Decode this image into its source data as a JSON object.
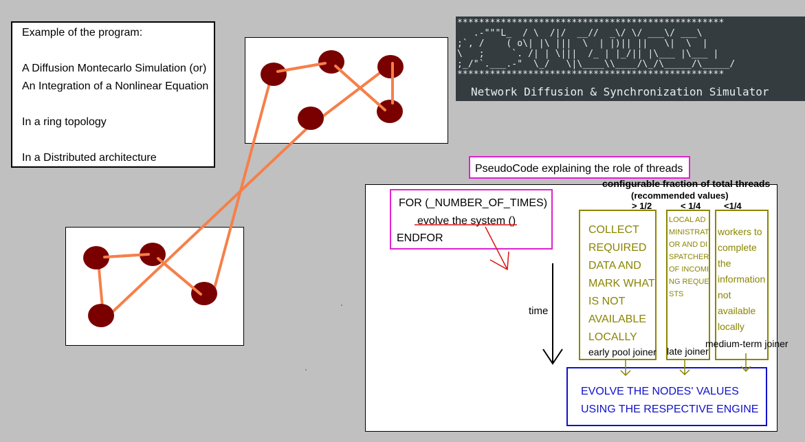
{
  "example_box": {
    "heading": "Example of the program:",
    "line1": "A Diffusion Montecarlo Simulation (or)",
    "line2": "An Integration of a Nonlinear Equation",
    "line3": "In a ring topology",
    "line4": "In a Distributed architecture"
  },
  "banner": {
    "ascii_art": "*************************************************\n   .-\"\"\"L_  / \\  /|/  __//  _\\/ \\/ ___\\/ ___\\\n;`, /    ( o\\| |\\ |||  \\  | |)|| ||   \\|  \\  |\n\\   ;     `. /| | \\|||  /_ | |_/|| |\\___ |\\___ |\n;_/\"`.___.-\"  \\_/   \\|\\____\\\\____/\\_/\\_____/\\_____/\n*************************************************",
    "subtitle": "Network Diffusion & Synchronization Simulator"
  },
  "pseudocode": {
    "title": "PseudoCode explaining the role of threads",
    "for_line": "FOR (_NUMBER_OF_TIMES)",
    "body_line": "evolve the system ()",
    "end_line": "ENDFOR"
  },
  "threads": {
    "header_line1": "configurable  fraction of total threads",
    "header_line2": "(recommended values)",
    "fraction_collect": "> 1/2",
    "fraction_admin": "< 1/4",
    "fraction_workers": "<1/4",
    "collect_text": "COLLECT REQUIRED DATA AND MARK WHAT IS NOT AVAILABLE LOCALLY",
    "collect_label": "early pool joiner",
    "admin_text": "LOCAL ADMINISTRATOR AND DISPATCHER OF INCOMING REQUESTS",
    "admin_label": "late joiner",
    "workers_text": "workers to complete the information not available locally",
    "workers_label": "medium-term joiner"
  },
  "time_label": "time",
  "evolve": {
    "line1": "EVOLVE THE NODES' VALUES",
    "line2": "USING THE RESPECTIVE ENGINE"
  },
  "colors": {
    "node": "#7a0000",
    "edge": "#f5804a",
    "olive": "#8a8500",
    "magenta": "#e020d0",
    "blue": "#1010cc",
    "red": "#e01010"
  }
}
